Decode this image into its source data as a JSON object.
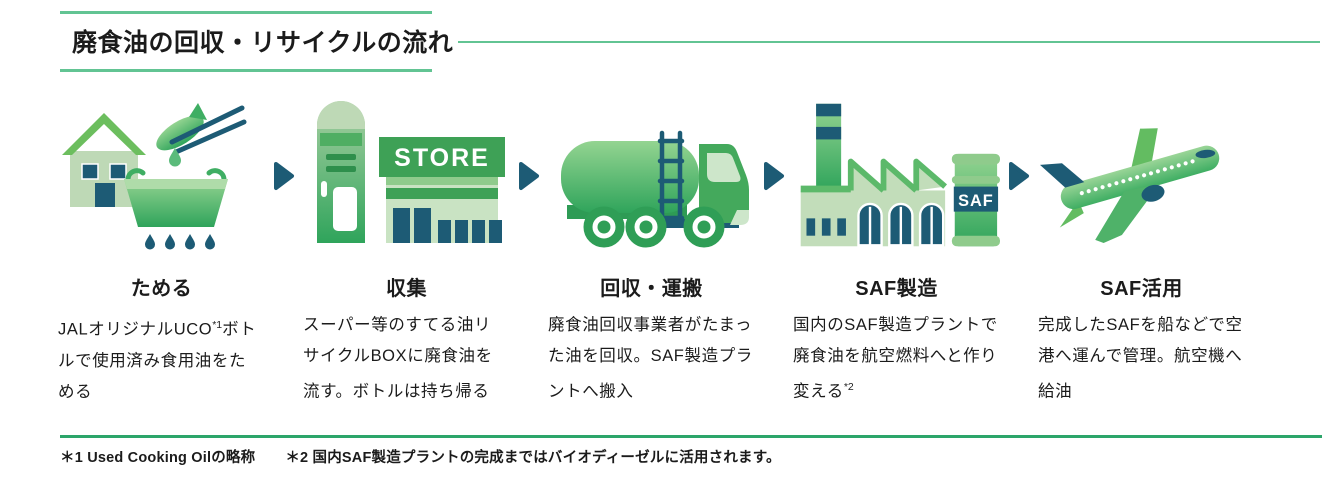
{
  "header": {
    "title": "廃食油の回収・リサイクルの流れ"
  },
  "steps": [
    {
      "title": "ためる",
      "desc_pre": "JALオリジナルUCO",
      "desc_sup": "*1",
      "desc_post": "ボトルで使用済み食用油をためる",
      "icon": "house-and-oil-pot"
    },
    {
      "title": "収集",
      "desc_pre": "スーパー等のすてる油リサイクルBOXに廃食油を流す。ボトルは持ち帰る",
      "desc_sup": "",
      "desc_post": "",
      "icon": "recycle-box-and-store"
    },
    {
      "title": "回収・運搬",
      "desc_pre": "廃食油回収事業者がたまった油を回収。SAF製造プラントへ搬入",
      "desc_sup": "",
      "desc_post": "",
      "icon": "tanker-truck"
    },
    {
      "title": "SAF製造",
      "desc_pre": "国内のSAF製造プラントで廃食油を航空燃料へと作り変える",
      "desc_sup": "*2",
      "desc_post": "",
      "icon": "saf-plant-and-barrel"
    },
    {
      "title": "SAF活用",
      "desc_pre": "完成したSAFを船などで空港へ運んで管理。航空機へ給油",
      "desc_sup": "",
      "desc_post": "",
      "icon": "airplane"
    }
  ],
  "labels": {
    "store_sign": "STORE",
    "saf_barrel": "SAF"
  },
  "footnotes": {
    "note1": "＊1 Used Cooking Oilの略称",
    "note2": "＊2 国内SAF製造プラントの完成まではバイオディーゼルに活用されます。"
  },
  "colors": {
    "accent_green": "#62c493",
    "rule_green": "#2ca56a",
    "icon_green": "#3fae63",
    "icon_light_green": "#c2ddba",
    "icon_teal": "#1d5b75",
    "text": "#1b1b1b"
  }
}
